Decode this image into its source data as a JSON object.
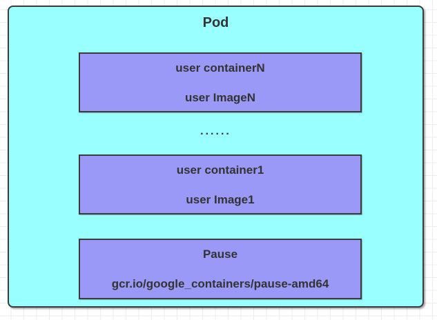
{
  "diagram": {
    "title": "Pod",
    "ellipsis": "......",
    "containers": [
      {
        "name": "user-container-n",
        "line1": "user containerN",
        "line2": "user ImageN"
      },
      {
        "name": "user-container-1",
        "line1": "user container1",
        "line2": "user Image1"
      },
      {
        "name": "pause-container",
        "line1": "Pause",
        "line2": "gcr.io/google_containers/pause-amd64"
      }
    ],
    "colors": {
      "pod_fill": "#99ffff",
      "container_fill": "#9a99f7",
      "border": "#3a3a3a",
      "text": "#333333",
      "grid_line": "#ececec",
      "canvas_bg": "#ffffff"
    }
  }
}
